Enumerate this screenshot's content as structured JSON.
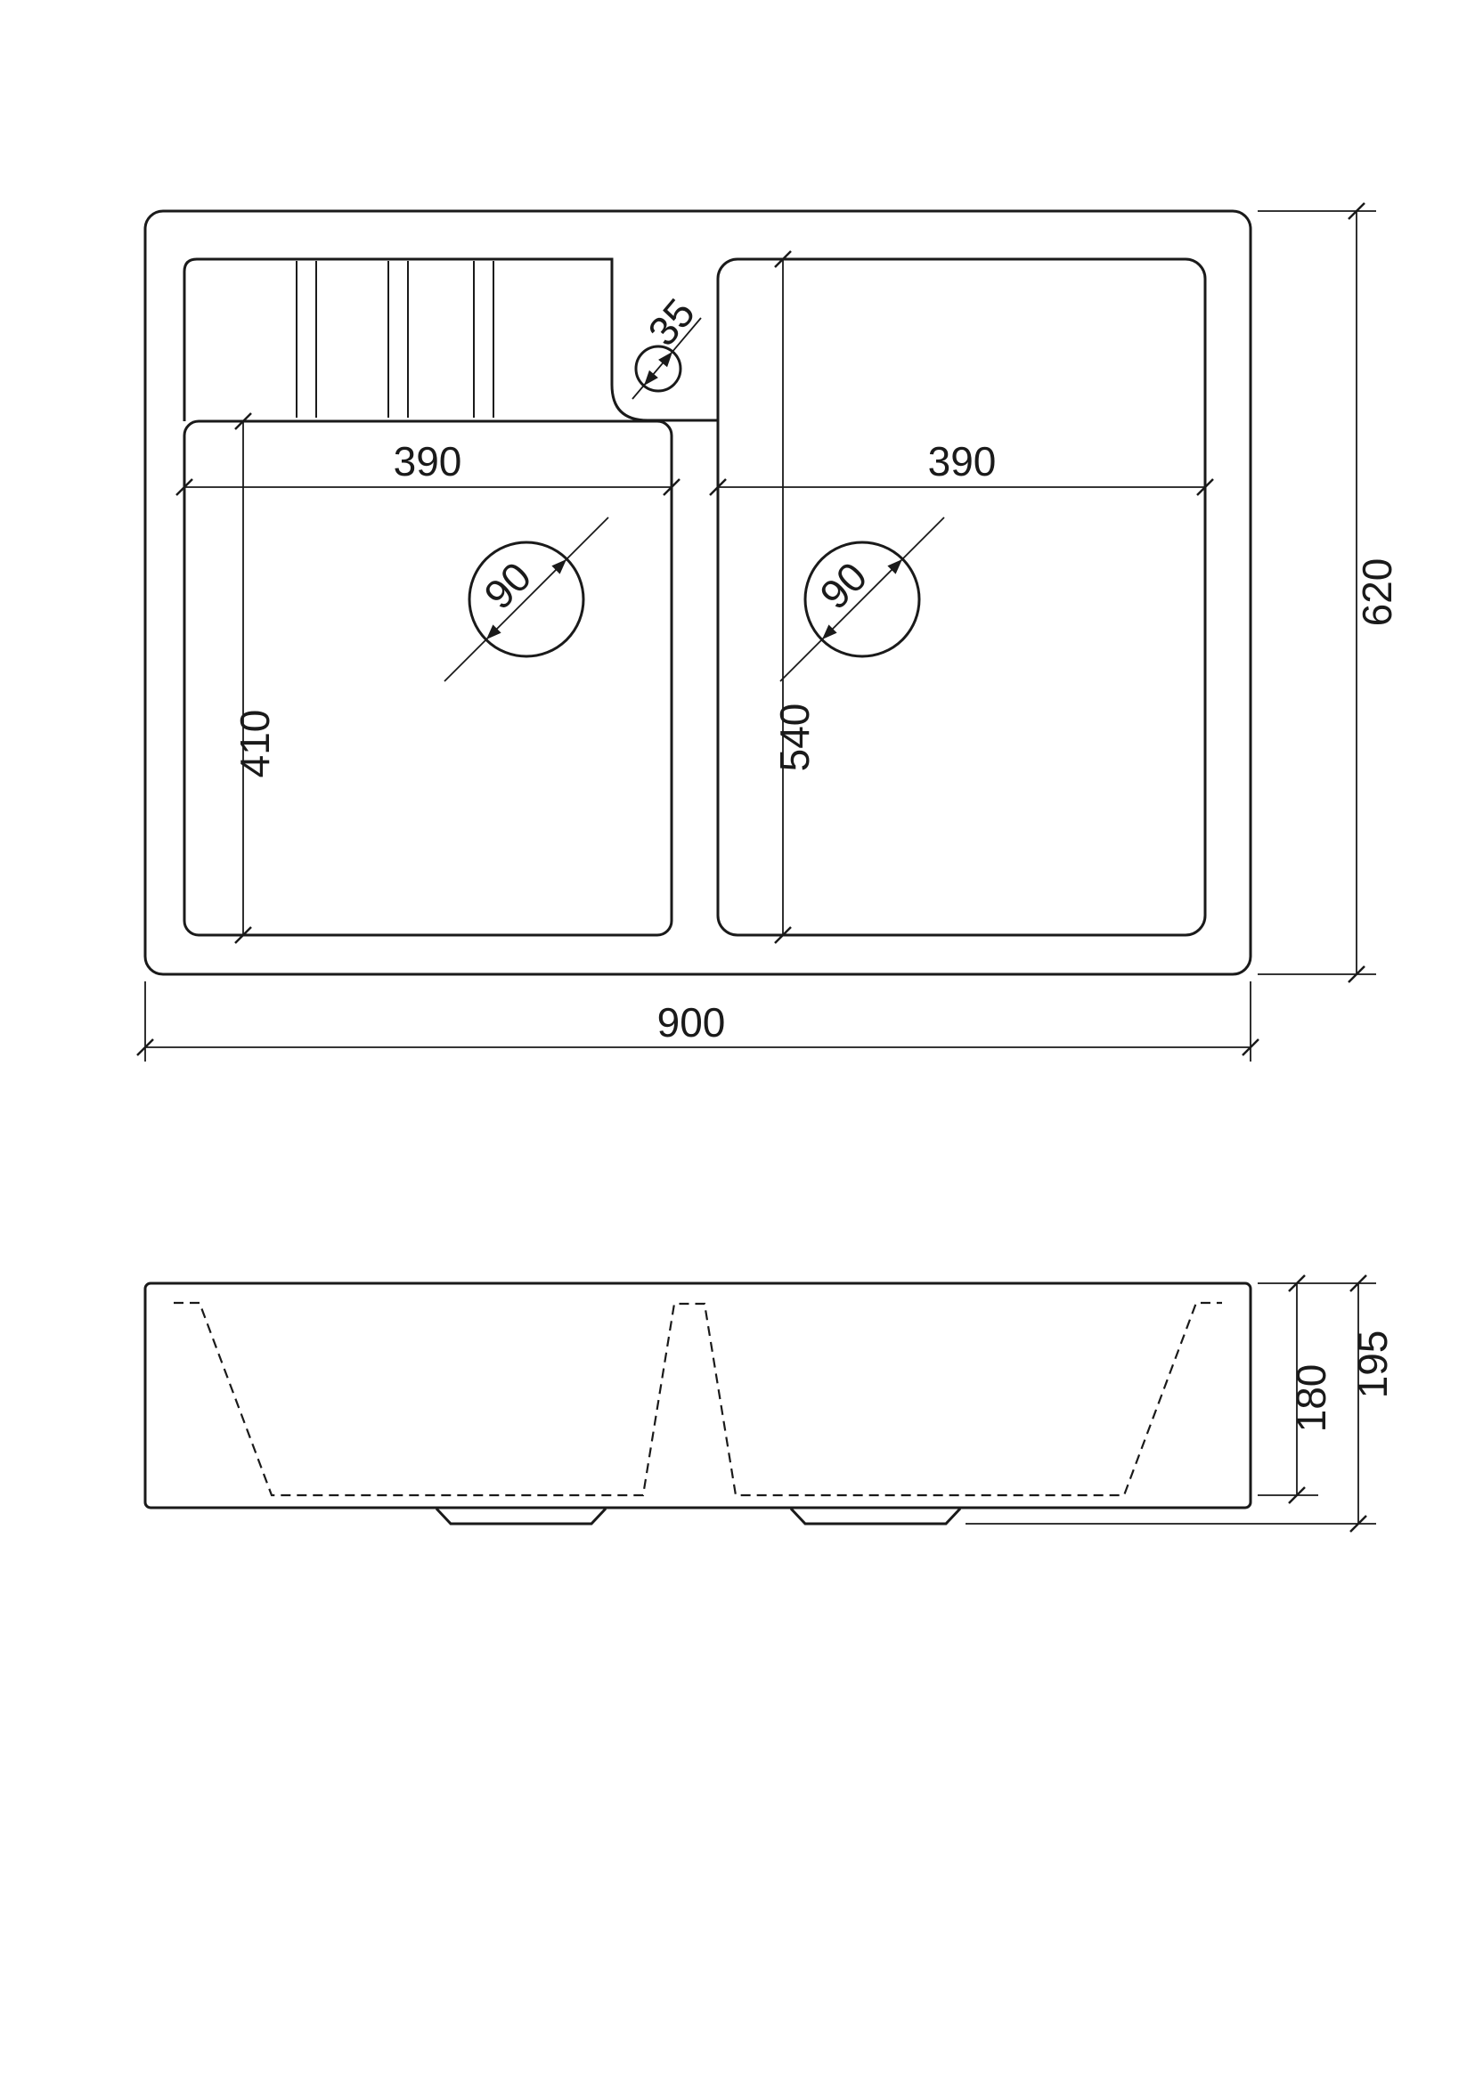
{
  "top_view": {
    "overall_width": "900",
    "overall_depth": "620",
    "left_bowl_width": "390",
    "right_bowl_width": "390",
    "left_bowl_length": "410",
    "right_bowl_length": "540",
    "left_drain_diameter": "90",
    "right_drain_diameter": "90",
    "tap_hole_diameter": "35"
  },
  "side_view": {
    "bowl_depth": "180",
    "overall_height": "195"
  }
}
